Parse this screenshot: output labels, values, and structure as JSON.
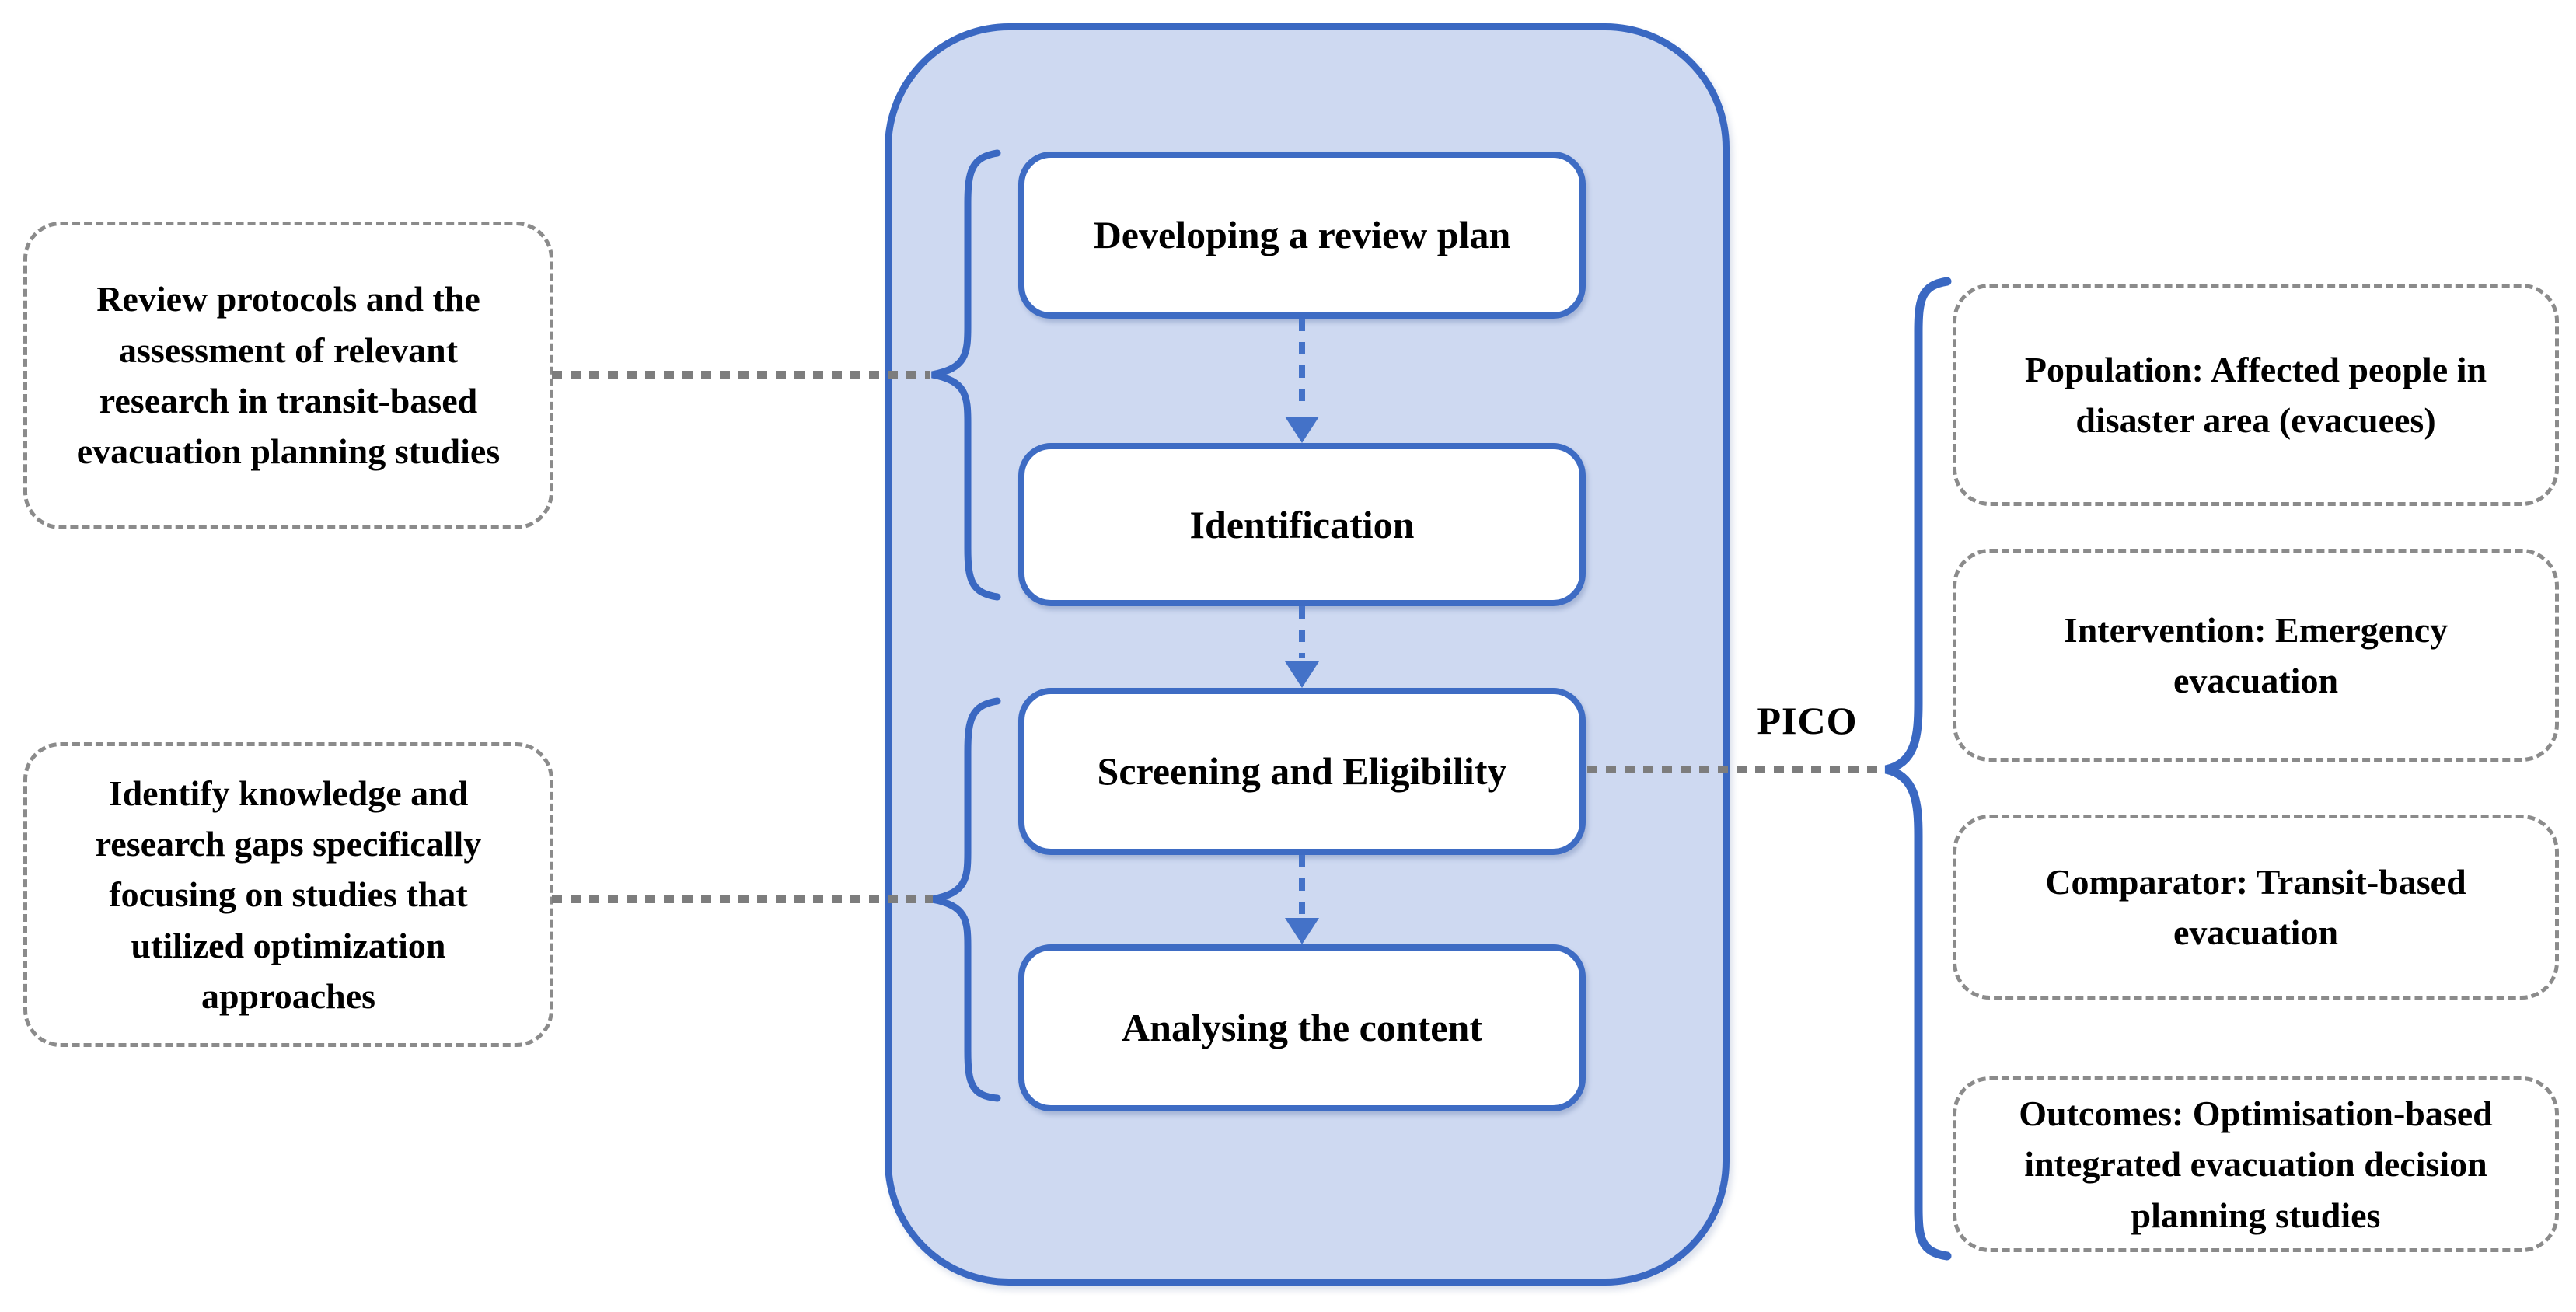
{
  "figure": {
    "center": {
      "steps": [
        "Developing a review plan",
        "Identification",
        "Screening and Eligibility",
        "Analysing the content"
      ]
    },
    "left_notes": [
      "Review protocols and the assessment of relevant research in transit-based evacuation planning studies",
      "Identify knowledge and research gaps specifically focusing on studies that utilized optimization approaches"
    ],
    "pico": {
      "label": "PICO",
      "items": [
        "Population: Affected people in disaster area (evacuees)",
        "Intervention: Emergency evacuation",
        "Comparator: Transit-based evacuation",
        "Outcomes: Optimisation-based integrated evacuation decision planning studies"
      ]
    },
    "colors": {
      "accent_blue": "#3A68C2",
      "arrow_blue": "#4472C8",
      "panel_fill": "#CED9F1",
      "box_border_blue": "#3E6CC4",
      "dashed_border_gray": "#8B8B8B",
      "connector_dot_gray": "#7D7D7D",
      "text": "#000000"
    }
  }
}
